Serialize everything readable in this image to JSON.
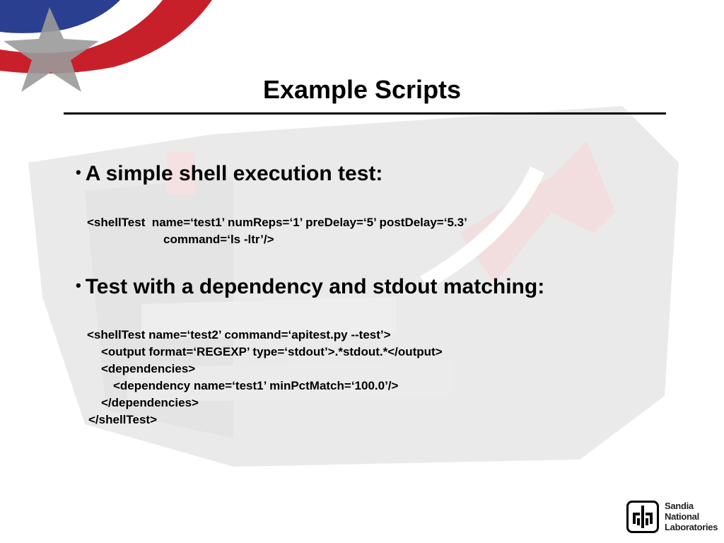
{
  "slide": {
    "title": "Example Scripts",
    "bullets": [
      {
        "marker": "•",
        "text": "A simple shell execution test:",
        "code_lines": [
          "<shellTest  name=‘test1’ numReps=‘1’ preDelay=‘5’ postDelay=‘5.3’",
          "command=‘ls -ltr’/>"
        ]
      },
      {
        "marker": "•",
        "text": "Test with a dependency and stdout matching:",
        "code_lines": [
          "<shellTest name=‘test2’ command=‘apitest.py --test’>",
          "<output format=‘REGEXP’ type=‘stdout’>.*stdout.*</output>",
          "<dependencies>",
          "<dependency name=‘test1’ minPctMatch=‘100.0’/>",
          "</dependencies>",
          "</shellTest>"
        ]
      }
    ]
  },
  "logo": {
    "line1": "Sandia",
    "line2": "National",
    "line3": "Laboratories"
  },
  "colors": {
    "flag_red": "#c8202a",
    "flag_blue": "#2a3f8f",
    "watermark_gray": "#d6d6d6",
    "watermark_red": "#e6b8b8"
  }
}
